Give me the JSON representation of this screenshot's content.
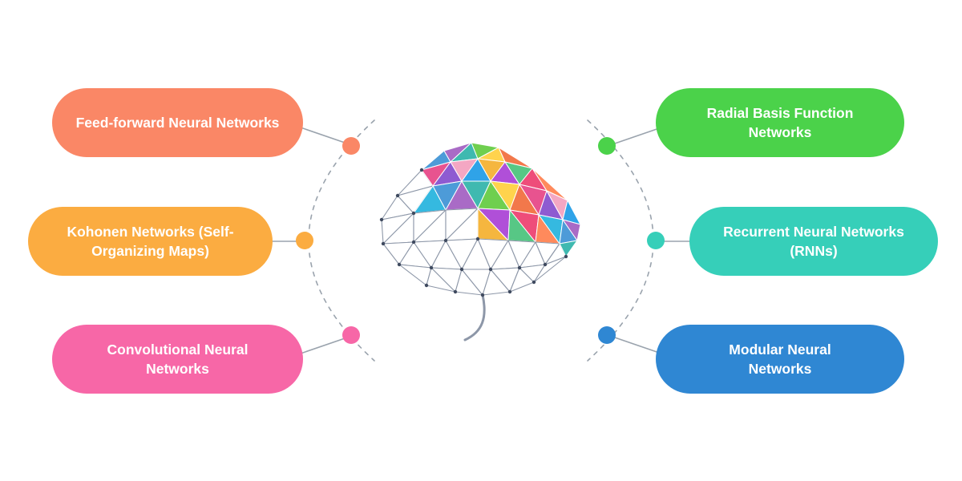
{
  "diagram": {
    "subject": "types-of-neural-networks",
    "center_image": "low-poly-brain-illustration",
    "line_color": "#9aa3ad",
    "nodes": [
      {
        "id": "feed-forward",
        "label": "Feed-forward Neural Networks",
        "color": "#FA8766",
        "side": "left",
        "position": "top"
      },
      {
        "id": "kohonen",
        "label": "Kohonen Networks (Self-Organizing Maps)",
        "color": "#FBAC41",
        "side": "left",
        "position": "middle"
      },
      {
        "id": "convolutional",
        "label": "Convolutional Neural Networks",
        "color": "#F767A7",
        "side": "left",
        "position": "bottom"
      },
      {
        "id": "radial-basis",
        "label": "Radial Basis Function Networks",
        "color": "#4BD24A",
        "side": "right",
        "position": "top"
      },
      {
        "id": "recurrent",
        "label": "Recurrent Neural Networks (RNNs)",
        "color": "#36CFB9",
        "side": "right",
        "position": "middle"
      },
      {
        "id": "modular",
        "label": "Modular Neural Networks",
        "color": "#2F87D3",
        "side": "right",
        "position": "bottom"
      }
    ],
    "brain_palette": [
      "#4D9BD8",
      "#A96BC6",
      "#3FB9B0",
      "#6FCF4F",
      "#FFD34D",
      "#F2784B",
      "#E8538F",
      "#8E5BD1",
      "#F4A7C3",
      "#2FA3E8",
      "#F5B63F",
      "#B04FD8",
      "#57C785",
      "#EE4D7A",
      "#FF8A5C",
      "#35B9E0"
    ]
  }
}
